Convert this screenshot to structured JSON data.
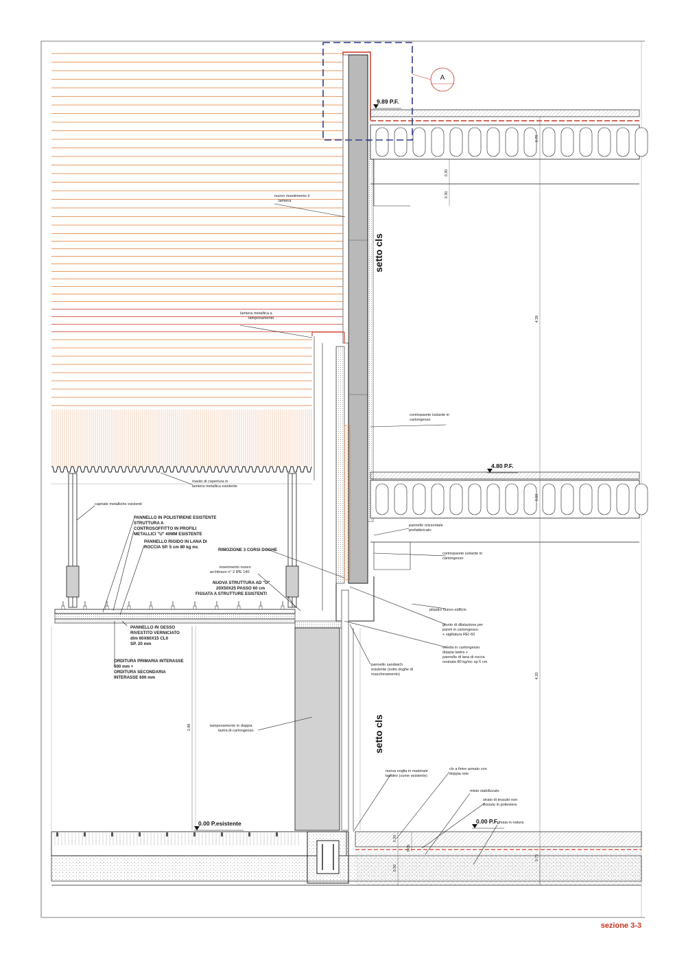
{
  "sheet": {
    "title": "sezione 3-3",
    "detail_marker": "A"
  },
  "colors": {
    "line": "#1a1a1a",
    "red": "#c8321e",
    "orange": "#e07a30",
    "blue": "#2b3a8f",
    "concrete": "#b9b9b9",
    "wall_fill": "#d2d2d2",
    "hatch": "#888888"
  },
  "levels": {
    "top": "9.89 P.F.",
    "mid": "4.80 P.F.",
    "floor_new": "0.00 P.F.",
    "floor_existing": "0.00 P.esistente"
  },
  "dimensions": {
    "d070": "0.70",
    "d030a": "0.30",
    "d030b": "0.30",
    "d439": "4.39",
    "d060": "0.60",
    "d420": "4.20",
    "d298": "2.98",
    "d020": "0.20",
    "d005": "0.05",
    "d050": "0.50",
    "d075": "0.75"
  },
  "vertical_labels": {
    "setto_top": "setto cls",
    "setto_bottom": "setto cls"
  },
  "labels": {
    "rivestimento": [
      "nuovo rivestimento il",
      "lamiera"
    ],
    "lamiera": [
      "lamiera metallica a",
      "tamponamento"
    ],
    "contropar1": [
      "controparete isolante in",
      "cartongesso"
    ],
    "manto": [
      "manto di copertura in",
      "lamiera metallica esistente"
    ],
    "capriate": [
      "capriate metalliche esistenti"
    ],
    "polistirene": [
      "PANNELLO IN POLISTIRENE ESISTENTE",
      "STRUTTURA A",
      "CONTROSOFFITTO IN PROFILI",
      "METALLICI \"U\" 40MM ESISTENTE"
    ],
    "lana": [
      "PANNELLO RIGIDO IN LANA DI",
      "ROCCIA SP. 5 cm 80 kg mc"
    ],
    "orizzontale": [
      "pannello orizzontale",
      "prefabbricato"
    ],
    "rimozione": [
      "RIMOZIONE 3 CORSI DOGHE"
    ],
    "contropar2": [
      "controparete isolante in",
      "cartongesso"
    ],
    "architrave": [
      "inserimento nuovo",
      "architrave n° 2 IPE 140"
    ],
    "struttura": [
      "NUOVA STRUTTURA AD \"U\"",
      "20X50X25 PASSO 60 cm",
      "FISSATA A STRUTTURE ESISTENTI"
    ],
    "pilastro": [
      "pilastro nuovo edificio"
    ],
    "giunto": [
      "giunto di dilatazione per",
      "pareti in cartongesso",
      "+ sigillatura REI 60"
    ],
    "gesso": [
      "PANNELLO IN GESSO",
      "RIVESTITO VERNICIATO",
      "dim 60X60X15 CL0",
      "SP. 20 mm"
    ],
    "veletta": [
      "veletta in cartongesso",
      "doppia lastra +",
      "pannello di lana di roccia",
      "resinata 80 kg/mc sp 5 cm."
    ],
    "orditura": [
      "ORDITURA PRIMARIA INTERASSE",
      "600 mm +",
      "ORDITURA SECONDARIA",
      "INTERASSE 600 mm"
    ],
    "sandwich": [
      "pannello sandwich",
      "esistente (sotto doghe di",
      "mascheramento)"
    ],
    "tamponamento": [
      "tamponamento in doppia",
      "lastra di cartongesso"
    ],
    "soglia": [
      "nuova soglia in materiale",
      "lapideo (come esistente)"
    ],
    "cls": [
      "cls a finire armato con",
      "doppia rete"
    ],
    "misto": [
      "misto stabilizzato"
    ],
    "tessuto": [
      "strato di tessuto non",
      "tessuto in poliestere"
    ],
    "ghiaia": [
      "ghiaia in natura"
    ]
  }
}
